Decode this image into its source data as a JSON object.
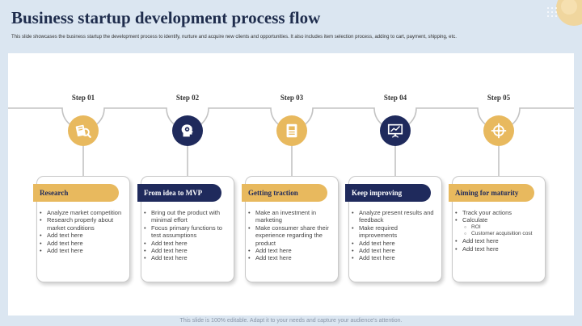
{
  "title": "Business startup development process flow",
  "subtitle": "This slide showcases the business startup the development process to identify, nurture and acquire new clients and opportunities. It also includes item selection process, adding to cart, payment, shipping, etc.",
  "footer": "This slide is 100% editable. Adapt it to your needs and capture your audience's attention.",
  "colors": {
    "gold": "#e8b95e",
    "navy": "#1f2a5c",
    "background": "#dbe6f1",
    "title": "#1f2d4d"
  },
  "steps": [
    {
      "step": "Step 01",
      "heading": "Research",
      "icon": "research-icon",
      "theme": "gold",
      "items": [
        {
          "text": "Analyze market competition"
        },
        {
          "text": "Research properly about market conditions"
        },
        {
          "text": "Add text here"
        },
        {
          "text": "Add text here"
        },
        {
          "text": "Add text here"
        }
      ]
    },
    {
      "step": "Step 02",
      "heading": "From idea to MVP",
      "icon": "head-gear-icon",
      "theme": "navy",
      "items": [
        {
          "text": "Bring out the product with minimal effort"
        },
        {
          "text": "Focus primary functions to test assumptions"
        },
        {
          "text": "Add text here"
        },
        {
          "text": "Add text here"
        },
        {
          "text": "Add text here"
        }
      ]
    },
    {
      "step": "Step 03",
      "heading": "Getting traction",
      "icon": "document-icon",
      "theme": "gold",
      "items": [
        {
          "text": "Make an investment in marketing"
        },
        {
          "text": "Make consumer share their experience regarding the product"
        },
        {
          "text": "Add text here"
        },
        {
          "text": "Add text here"
        }
      ]
    },
    {
      "step": "Step 04",
      "heading": "Keep improving",
      "icon": "presentation-board-icon",
      "theme": "navy",
      "items": [
        {
          "text": "Analyze present results and feedback"
        },
        {
          "text": "Make required improvements"
        },
        {
          "text": "Add text here"
        },
        {
          "text": "Add text here"
        },
        {
          "text": "Add text here"
        }
      ]
    },
    {
      "step": "Step 05",
      "heading": "Aiming for maturity",
      "icon": "target-icon",
      "theme": "gold",
      "items": [
        {
          "text": "Track your actions"
        },
        {
          "text": "Calculate"
        },
        {
          "text": "ROI",
          "sub": true
        },
        {
          "text": "Customer acquisition cost",
          "sub": true
        },
        {
          "text": "Add text here"
        },
        {
          "text": "Add text here"
        }
      ]
    }
  ]
}
